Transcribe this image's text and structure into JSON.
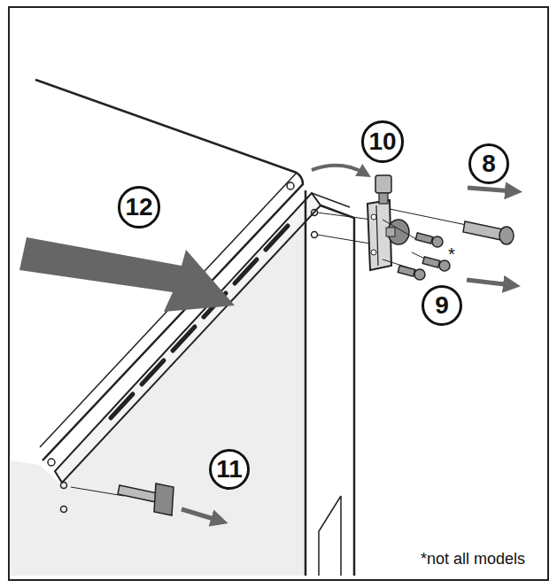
{
  "diagram": {
    "nodes": [
      {
        "text": [
          "10"
        ]
      },
      {
        "text": [
          "8"
        ]
      },
      {
        "text": [
          "12"
        ]
      },
      {
        "text": [
          "9"
        ]
      },
      {
        "text": [
          "11"
        ]
      }
    ],
    "labels": [
      "*",
      "*not all models"
    ]
  }
}
